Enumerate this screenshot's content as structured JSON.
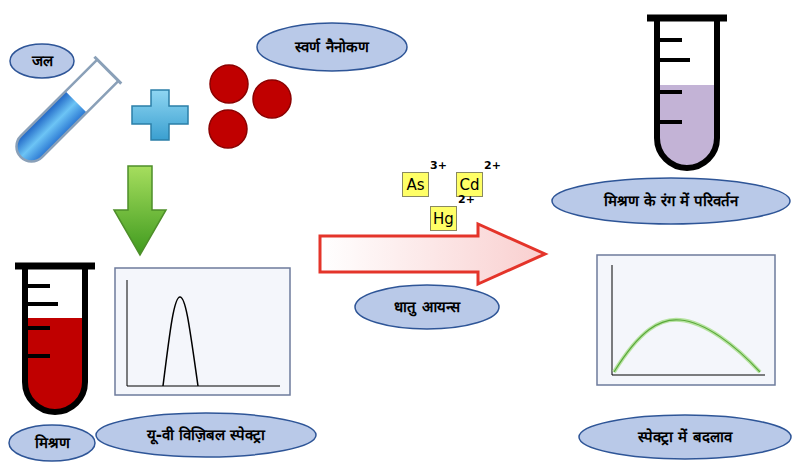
{
  "diagram": {
    "nodes": [
      {
        "text": [
          "जल"
        ]
      },
      {
        "text": [
          "स्वर्ण नैनोकण"
        ]
      },
      {
        "text": [
          "As",
          "3+"
        ]
      },
      {
        "text": [
          "Cd",
          "2+"
        ]
      },
      {
        "text": [
          "Hg",
          "2+"
        ]
      },
      {
        "text": [
          "मिश्रण के रंग में परिवर्तन"
        ]
      },
      {
        "text": [
          "धातु आयन्स"
        ]
      },
      {
        "text": [
          "मिश्रण"
        ]
      },
      {
        "text": [
          "यू-वी विज़िबल स्पेक्ट्रा"
        ]
      },
      {
        "text": [
          "स्पेक्ट्रा में बदलाव"
        ]
      }
    ]
  }
}
